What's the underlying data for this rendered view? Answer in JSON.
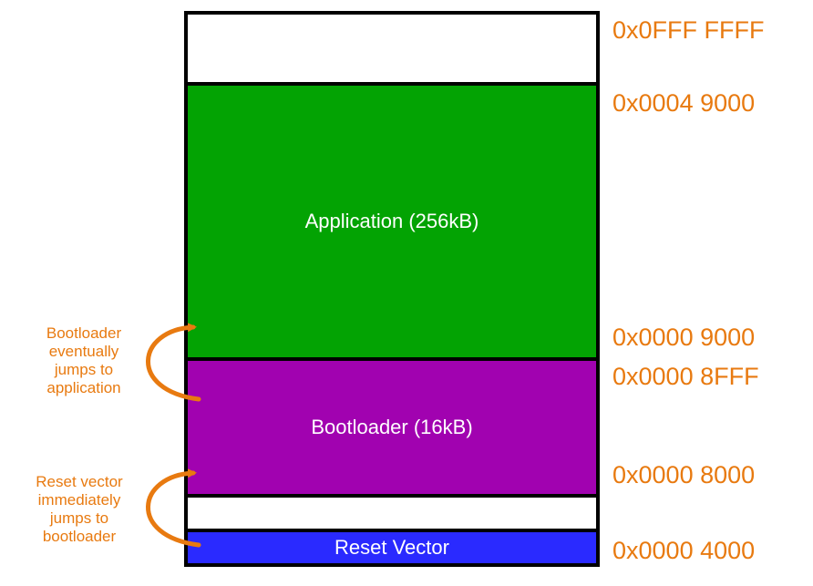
{
  "colors": {
    "application": "#03a303",
    "bootloader": "#a102b0",
    "reset_vector": "#2a2aff",
    "empty": "#ffffff",
    "address_text": "#e87a10",
    "arrow": "#e87a10"
  },
  "regions": {
    "application": "Application (256kB)",
    "bootloader": "Bootloader (16kB)",
    "reset_vector": "Reset Vector"
  },
  "addresses": {
    "a0": "0x0FFF FFFF",
    "a1": "0x0004 9000",
    "a2": "0x0000 9000",
    "a3": "0x0000 8FFF",
    "a4": "0x0000 8000",
    "a5": "0x0000 4000"
  },
  "notes": {
    "bootloader_jump": [
      "Bootloader",
      "eventually",
      "jumps to",
      "application"
    ],
    "reset_jump": [
      "Reset vector",
      "immediately",
      "jumps to",
      "bootloader"
    ]
  }
}
